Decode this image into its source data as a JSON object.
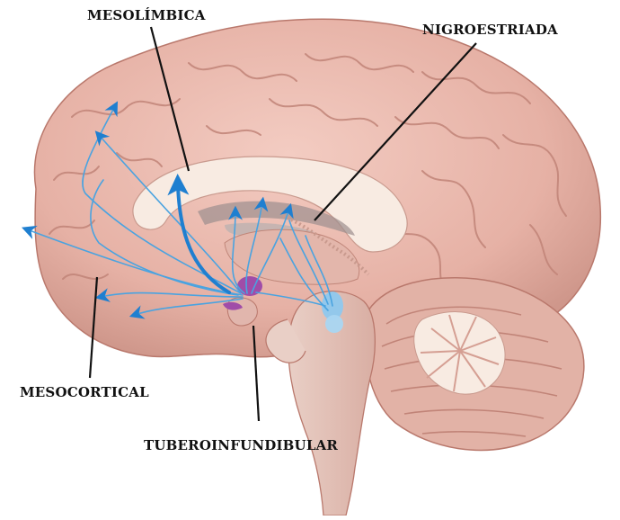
{
  "labels": {
    "mesolimbica": "MESOLÍMBICA",
    "nigroestriada": "NIGROESTRIADA",
    "mesocortical": "MESOCORTICAL",
    "tuberoinfundibular": "TUBEROINFUNDIBULAR"
  },
  "colors": {
    "background": "#ffffff",
    "cortex": "#e9b8ac",
    "cortex_shadow": "#c88b80",
    "inner_white": "#f7e9df",
    "pathway_blue": "#4aa3e0",
    "arrow_blue": "#1f7fd0",
    "nuclei_light_blue": "#8ec8ee",
    "hypothalamus_purple": "#a04ca8",
    "leader_line": "#111111"
  },
  "icons": {
    "pathway_arrows": "arrowhead-icon"
  }
}
